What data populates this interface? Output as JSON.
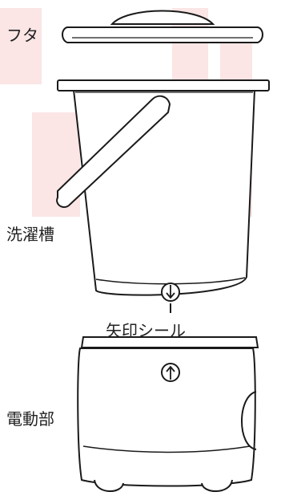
{
  "labels": {
    "lid": "フタ",
    "wash_tub": "洗濯槽",
    "arrow_seal": "矢印シール",
    "motor_unit": "電動部"
  },
  "colors": {
    "watermark": "#fbe5e5",
    "line": "#1a1a1a",
    "fill": "#ffffff"
  },
  "icons": {
    "tub_arrow": "arrow-down-icon",
    "motor_arrow": "arrow-up-icon"
  }
}
